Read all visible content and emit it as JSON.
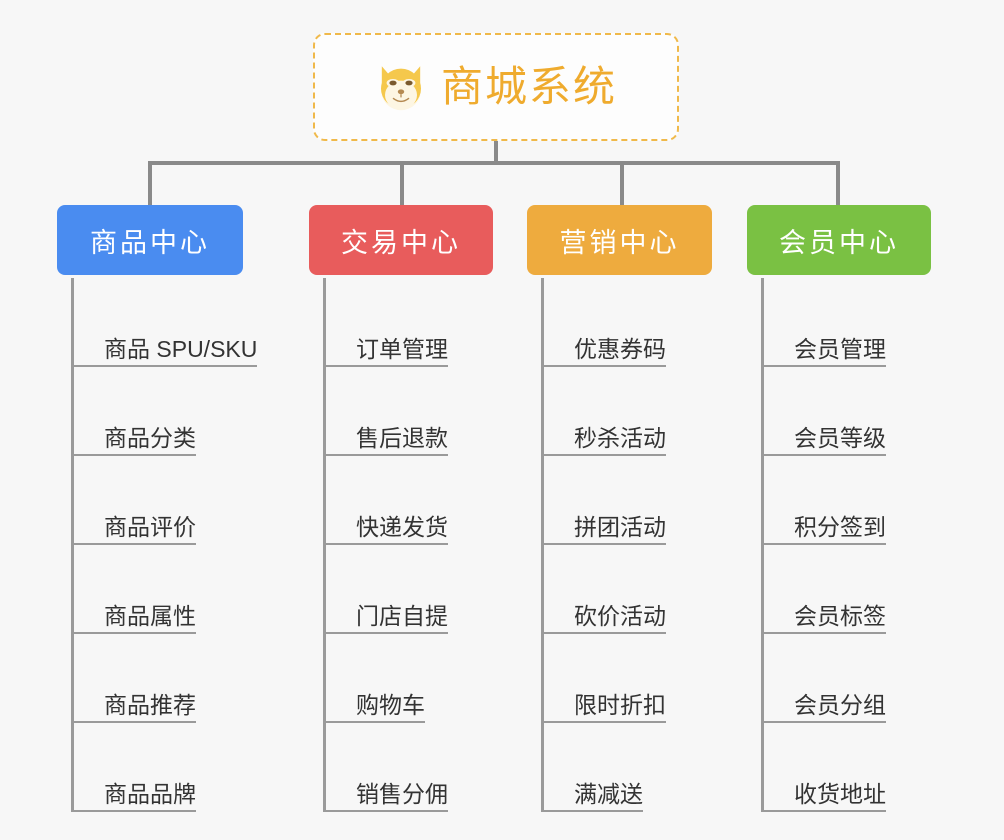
{
  "root": {
    "title": "商城系统",
    "icon": "dog-face-emoji",
    "border_color": "#f0b94a",
    "text_color": "#efab2e"
  },
  "connector_color": "#8a8a8a",
  "branches": [
    {
      "label": "商品中心",
      "color": "#4a8cf0",
      "items": [
        "商品 SPU/SKU",
        "商品分类",
        "商品评价",
        "商品属性",
        "商品推荐",
        "商品品牌"
      ]
    },
    {
      "label": "交易中心",
      "color": "#e85c5c",
      "items": [
        "订单管理",
        "售后退款",
        "快递发货",
        "门店自提",
        "购物车",
        "销售分佣"
      ]
    },
    {
      "label": "营销中心",
      "color": "#eeab3e",
      "items": [
        "优惠券码",
        "秒杀活动",
        "拼团活动",
        "砍价活动",
        "限时折扣",
        "满减送"
      ]
    },
    {
      "label": "会员中心",
      "color": "#7ac143",
      "items": [
        "会员管理",
        "会员等级",
        "积分签到",
        "会员标签",
        "会员分组",
        "收货地址"
      ]
    }
  ]
}
